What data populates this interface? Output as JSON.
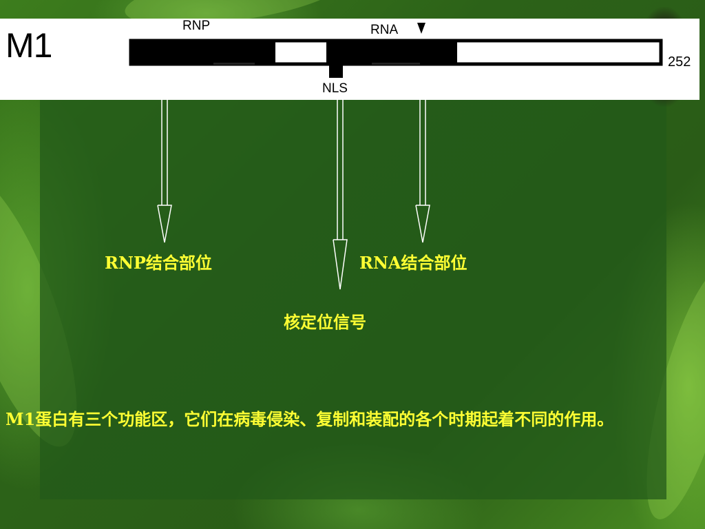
{
  "diagram": {
    "protein_name": "M1",
    "length": "252",
    "domain_labels": {
      "rnp": "RNP",
      "rna": "RNA",
      "nls": "NLS"
    }
  },
  "captions": {
    "rnp_site": "RNP结合部位",
    "rna_site": "RNA结合部位",
    "nls_signal": "核定位信号"
  },
  "description": "M1蛋白有三个功能区，它们在病毒侵染、复制和装配的各个时期起着不同的作用。",
  "colors": {
    "caption_text": "#ffff33",
    "background": "#2f6a18"
  }
}
